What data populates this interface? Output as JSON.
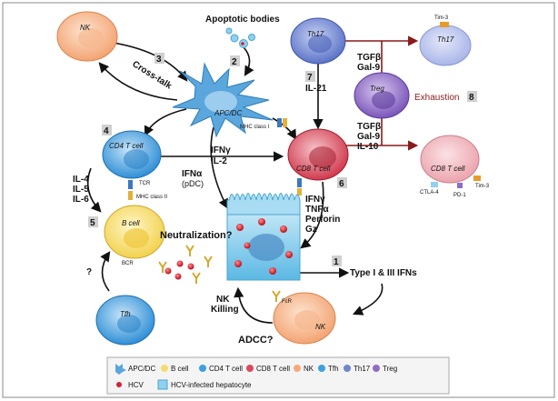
{
  "cells": {
    "nk_top": "NK",
    "apc": "APC/DC",
    "th17_top": "Th17",
    "th17_exhausted": "Th17",
    "treg": "Treg",
    "cd4": "CD4 T cell",
    "cd8": "CD8 T cell",
    "cd8_exhausted": "CD8 T cell",
    "bcell": "B cell",
    "tfh": "Tfh",
    "nk_bottom": "NK"
  },
  "labels": {
    "apoptotic_bodies": "Apoptotic bodies",
    "cross_talk": "Cross-talk",
    "mhc1": "MHC class I",
    "mhc2": "MHC class II",
    "tcr": "TCR",
    "bcr": "BCR",
    "fcr": "FcR",
    "tim3_top": "Tim-3",
    "tim3_bottom": "Tim-3",
    "ctla4": "CTLA-4",
    "pd1": "PD-1",
    "exhaustion": "Exhaustion",
    "neutralization": "Neutralization?",
    "nk_killing_1": "NK",
    "nk_killing_2": "Killing",
    "adcc": "ADCC?",
    "type_ifns": "Type I & III IFNs",
    "question": "?"
  },
  "cytokines": {
    "il21": "IL-21",
    "tgf_top": "TGFβ",
    "gal9_top": "Gal-9",
    "tgf_bottom": "TGFβ",
    "gal9_bottom": "Gal-9",
    "il10": "IL-10",
    "ifng_il2_1": "IFNγ",
    "ifng_il2_2": "IL-2",
    "ifna_1": "IFNα",
    "ifna_2": "(pDC)",
    "il4": "IL-4",
    "il5": "IL-5",
    "il6": "IL-6",
    "effector_1": "IFNγ",
    "effector_2": "TNFα",
    "effector_3": "Perforin",
    "effector_4": "Gz"
  },
  "steps": [
    "1",
    "2",
    "3",
    "4",
    "5",
    "6",
    "7",
    "8"
  ],
  "legend": {
    "items": [
      "APC/DC",
      "B cell",
      "CD4 T cell",
      "CD8 T cell",
      "NK",
      "Tfh",
      "Th17",
      "Treg"
    ],
    "hcv": "HCV",
    "hepatocyte": "HCV-infected hepatocyte"
  },
  "colors": {
    "nk": "#f5a97a",
    "apc": "#5aa6dd",
    "th17": "#6f86cf",
    "treg": "#8f6cc4",
    "cd4": "#3f9fe0",
    "cd8": "#dc4a5c",
    "bcell": "#f5dc6a",
    "tfh": "#3f9fe0",
    "hepatocyte": "#8fd1ee",
    "hcv": "#d4213a",
    "arrow_red": "#8b1a1a"
  }
}
